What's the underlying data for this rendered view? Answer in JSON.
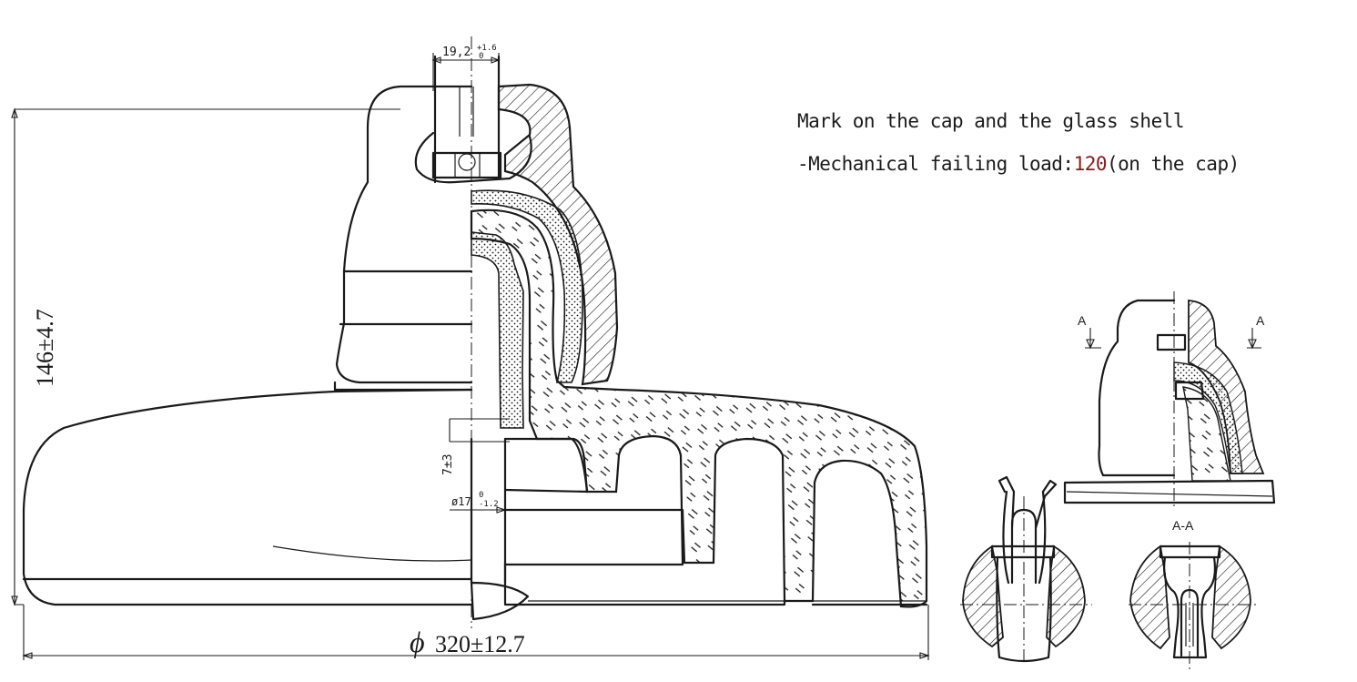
{
  "notes": {
    "line1": "Mark on the cap and the glass shell",
    "line2_prefix": "-Mechanical failing load:",
    "line2_value": "120",
    "line2_suffix": "(on the cap)"
  },
  "dimensions": {
    "pin_width_main": "19,2",
    "pin_width_tol_upper": "+1.6",
    "pin_width_tol_lower": "0",
    "height": "146±4.7",
    "pin_offset": "7±3",
    "pin_diameter_main": "ø17",
    "pin_diameter_tol_upper": "0",
    "pin_diameter_tol_lower": "-1.2",
    "diameter_symbol": "ϕ",
    "diameter": "320±12.7"
  },
  "section_labels": {
    "cut_left": "A",
    "cut_right": "A",
    "section": "A-A"
  },
  "colors": {
    "line": "#1a1a1a",
    "highlight_value": "#8b1a1a",
    "background": "#ffffff"
  }
}
